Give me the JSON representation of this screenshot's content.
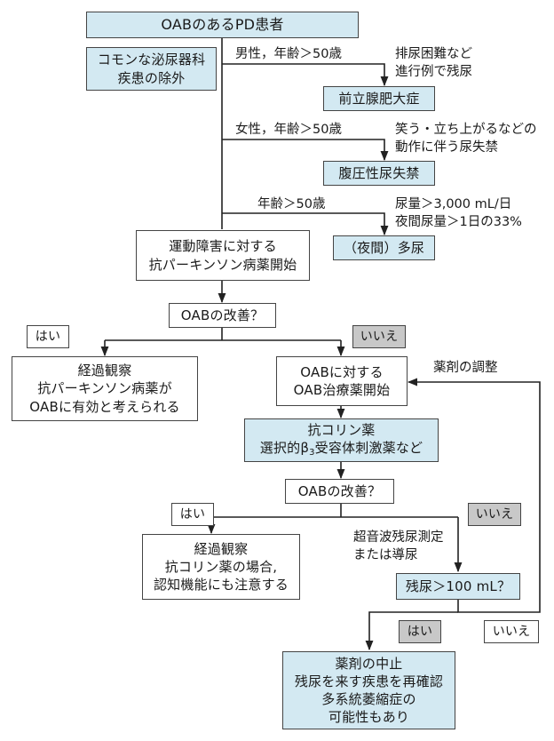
{
  "nodes": {
    "start": "OABのあるPD患者",
    "exclude": [
      "コモンな泌尿器科",
      "疾患の除外"
    ],
    "bph": "前立腺肥大症",
    "stress": "腹圧性尿失禁",
    "polyuria": "（夜間）多尿",
    "antiPD": [
      "運動障害に対する",
      "抗パーキンソン病薬開始"
    ],
    "q1": "OABの改善？",
    "obs1": [
      "経過観察",
      "抗パーキンソン病薬が",
      "OABに有効と考えられる"
    ],
    "oabStart": [
      "OABに対する",
      "OAB治療薬開始"
    ],
    "drugs": [
      "抗コリン薬",
      "選択的β",
      "3",
      "受容体刺激薬など"
    ],
    "q2": "OABの改善？",
    "obs2": [
      "経過観察",
      "抗コリン薬の場合,",
      "認知機能にも注意する"
    ],
    "residual": "残尿＞100 mL？",
    "stop": [
      "薬剤の中止",
      "残尿を来す疾患を再確認",
      "多系統萎縮症の",
      "可能性もあり"
    ]
  },
  "labels": {
    "male": "男性，年齢＞50歳",
    "maleNote": [
      "排尿困難など",
      "進行例で残尿"
    ],
    "female": "女性，年齢＞50歳",
    "femaleNote": [
      "笑う・立ち上がるなどの",
      "動作に伴う尿失禁"
    ],
    "age": "年齢＞50歳",
    "ageNote": [
      "尿量＞3,000 mL/日",
      "夜間尿量＞1日の33%"
    ],
    "yes1": "はい",
    "no1": "いいえ",
    "adjust": "薬剤の調整",
    "yes2": "はい",
    "no2": "いいえ",
    "ultrasound": [
      "超音波残尿測定",
      "または導尿"
    ],
    "yes3": "はい",
    "no3": "いいえ"
  }
}
